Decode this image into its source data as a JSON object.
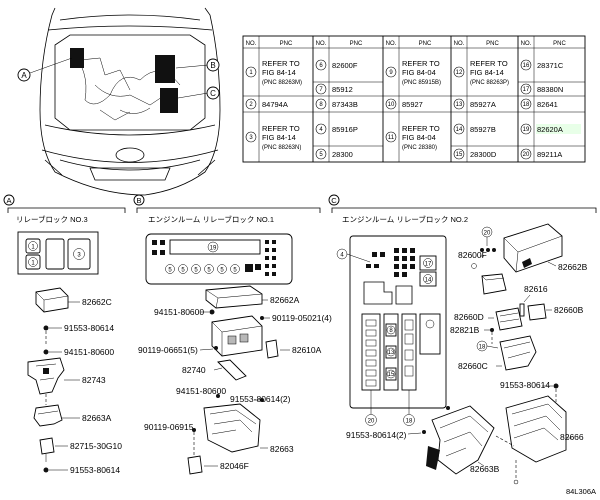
{
  "table": {
    "headers": [
      "NO.",
      "PNC",
      "NO.",
      "PNC",
      "NO.",
      "PNC",
      "NO.",
      "PNC",
      "NO.",
      "PNC"
    ],
    "rows": [
      [
        {
          "no": "1",
          "pnc": [
            "REFER TO",
            "FIG 84-14",
            "(PNC 88263M)"
          ]
        },
        {
          "no": "6",
          "pnc": [
            "82600F"
          ]
        },
        {
          "no": "9",
          "pnc": [
            "REFER TO",
            "FIG 84-04",
            "(PNC 85915B)"
          ]
        },
        {
          "no": "12",
          "pnc": [
            "REFER TO",
            "FIG 84-14",
            "(PNC 88263P)"
          ]
        },
        {
          "no": "16",
          "pnc": [
            "28371C"
          ]
        }
      ],
      [
        {
          "no": "",
          "pnc": []
        },
        {
          "no": "7",
          "pnc": [
            "85912"
          ]
        },
        {
          "no": "",
          "pnc": []
        },
        {
          "no": "",
          "pnc": []
        },
        {
          "no": "17",
          "pnc": [
            "88380N"
          ]
        }
      ],
      [
        {
          "no": "2",
          "pnc": [
            "84794A"
          ]
        },
        {
          "no": "8",
          "pnc": [
            "87343B"
          ]
        },
        {
          "no": "10",
          "pnc": [
            "85927"
          ]
        },
        {
          "no": "13",
          "pnc": [
            "85927A"
          ]
        },
        {
          "no": "18",
          "pnc": [
            "82641"
          ]
        }
      ],
      [
        {
          "no": "3",
          "pnc": [
            "REFER TO",
            "FIG 84-14",
            "(PNC 88263N)"
          ]
        },
        {
          "no": "4",
          "pnc": [
            "85916P"
          ]
        },
        {
          "no": "11",
          "pnc": [
            "REFER TO",
            "FIG 84-04",
            "(PNC 28380)"
          ]
        },
        {
          "no": "14",
          "pnc": [
            "85927B"
          ]
        },
        {
          "no": "19",
          "pnc": [
            "82620A"
          ]
        }
      ],
      [
        {
          "no": "",
          "pnc": []
        },
        {
          "no": "5",
          "pnc": [
            "28300"
          ]
        },
        {
          "no": "",
          "pnc": []
        },
        {
          "no": "15",
          "pnc": [
            "28300D"
          ]
        },
        {
          "no": "20",
          "pnc": [
            "89211A"
          ]
        }
      ]
    ],
    "highlight_color": "#22aa22"
  },
  "car_callouts": [
    "A",
    "B",
    "C"
  ],
  "sections": {
    "A": {
      "letter": "A",
      "title": "リレーブロック NO.3"
    },
    "B": {
      "letter": "B",
      "title": "エンジンルーム リレーブロック NO.1"
    },
    "C": {
      "letter": "C",
      "title": "エンジンルーム リレーブロック NO.2"
    }
  },
  "labels_a": {
    "relay_nos": [
      "1",
      "1",
      "3"
    ],
    "p1": "82662C",
    "p2": "91553-80614",
    "p3": "94151-80600",
    "p4": "82743",
    "p5": "82663A",
    "p6": "82715-30G10",
    "p7": "91553-80614"
  },
  "labels_b": {
    "box_no": "19",
    "fuse_nos": [
      "5",
      "5",
      "5",
      "5",
      "5",
      "5"
    ],
    "p1": "82662A",
    "p2": "94151-80600",
    "p3": "90119-05021(4)",
    "p4": "90119-06651(5)",
    "p5": "82610A",
    "p6": "82740",
    "p7": "94151-80600",
    "p8": "91553-80614(2)",
    "p9": "90119-06915",
    "p10": "82663",
    "p11": "82046F"
  },
  "labels_c": {
    "left_nos": [
      "4",
      "17",
      "14",
      "20",
      "8",
      "13",
      "15",
      "18"
    ],
    "p1": "82600F",
    "p2": "82662B",
    "p3": "82616",
    "p4": "82660B",
    "p5": "82660D",
    "p6": "82821B",
    "p7": "82660C",
    "p8": "91553-80614",
    "p9": "91553-80614(2)",
    "p10": "82663B",
    "p11": "82666",
    "n20": "20",
    "n18": "18"
  },
  "figure_code": "84L306A"
}
